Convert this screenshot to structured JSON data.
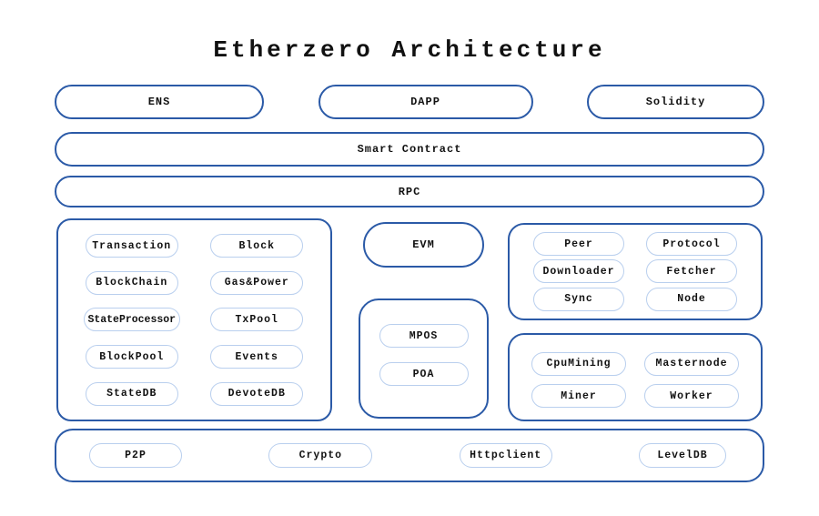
{
  "title": "Etherzero Architecture",
  "colors": {
    "strong_border": "#2b5aa7",
    "soft_border": "#b9cfee",
    "text": "#111111",
    "background": "#ffffff"
  },
  "top_row": {
    "ens": "ENS",
    "dapp": "DAPP",
    "solidity": "Solidity"
  },
  "layers": {
    "smart_contract": "Smart Contract",
    "rpc": "RPC"
  },
  "core": {
    "items": [
      "Transaction",
      "Block",
      "BlockChain",
      "Gas&Power",
      "StateProcessor",
      "TxPool",
      "BlockPool",
      "Events",
      "StateDB",
      "DevoteDB"
    ]
  },
  "evm": "EVM",
  "consensus": {
    "items": [
      "MPOS",
      "POA"
    ]
  },
  "network": {
    "items": [
      "Peer",
      "Protocol",
      "Downloader",
      "Fetcher",
      "Sync",
      "Node"
    ]
  },
  "mining": {
    "items": [
      "CpuMining",
      "Masternode",
      "Miner",
      "Worker"
    ]
  },
  "base": {
    "items": [
      "P2P",
      "Crypto",
      "Httpclient",
      "LevelDB"
    ]
  }
}
